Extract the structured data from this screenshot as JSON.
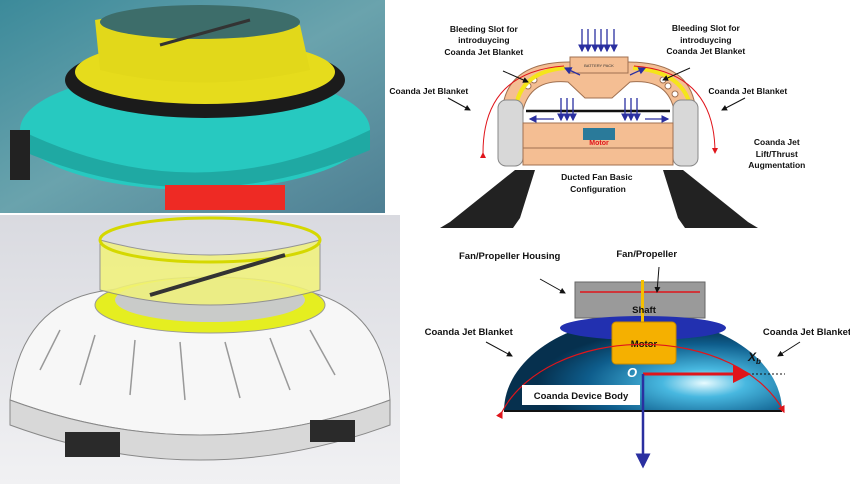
{
  "top_diagram": {
    "bleeding_slot_left": [
      "Bleeding Slot for",
      "introduycing",
      "Coanda Jet Blanket"
    ],
    "bleeding_slot_right": [
      "Bleeding Slot for",
      "introduycing",
      "Coanda Jet Blanket"
    ],
    "coanda_left": "Coanda Jet Blanket",
    "coanda_right": "Coanda Jet Blanket",
    "augmentation": [
      "Coanda Jet",
      "Lift/Thrust",
      "Augmentation"
    ],
    "battery": "BATTERY PACK",
    "motor": "Motor",
    "caption": [
      "Ducted Fan Basic",
      "Configuration"
    ]
  },
  "bottom_diagram": {
    "housing": "Fan/Propeller Housing",
    "propeller": "Fan/Propeller",
    "shaft": "Shaft",
    "motor": "Motor",
    "coanda_left": "Coanda Jet Blanket",
    "coanda_right": "Coanda Jet Blanket",
    "origin": "O",
    "axis_x": "X",
    "axis_x_sub": "b",
    "body": "Coanda Device Body"
  },
  "colors": {
    "orange_body": "#f4be93",
    "yellow": "#f5e51a",
    "red": "#e0151b",
    "blue_arrow": "#2a2fa0",
    "motor_box": "#f5b000",
    "dome": "#0d4f7a"
  }
}
